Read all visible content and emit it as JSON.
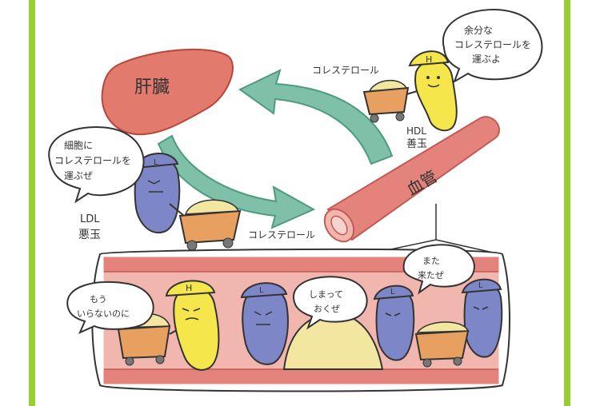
{
  "colors": {
    "border": "#9ACD32",
    "liver": "#E27A6E",
    "liver_stroke": "#B8463C",
    "vessel": "#E4837C",
    "vessel_dark": "#C45A54",
    "vessel_light": "#F1B7AE",
    "arrow": "#4F9A82",
    "arrow_light": "#7FC0A8",
    "ldl_body": "#7D86C7",
    "hdl_body": "#F5E64B",
    "cart": "#E8A061",
    "cholesterol": "#F2E6A0",
    "line": "#333333"
  },
  "labels": {
    "liver": "肝臓",
    "vessel": "血管",
    "cholesterol_top": "コレステロール",
    "cholesterol_bottom": "コレステロール",
    "hdl_label_1": "HDL",
    "hdl_label_2": "善玉",
    "ldl_label_1": "LDL",
    "ldl_label_2": "悪玉"
  },
  "bubbles": {
    "hdl_top_line1": "余分な",
    "hdl_top_line2": "コレステロールを",
    "hdl_top_line3": "運ぶよ",
    "ldl_left_line1": "細胞に",
    "ldl_left_line2": "コレステロールを",
    "ldl_left_line3": "運ぶぜ",
    "hdl_bottom_line1": "もう",
    "hdl_bottom_line2": "いらないのに",
    "ldl_middle_line1": "しまって",
    "ldl_middle_line2": "おくぜ",
    "ldl_right_line1": "また",
    "ldl_right_line2": "来たぜ"
  },
  "icons": {
    "hdl_cap_letter": "H",
    "ldl_cap_letter": "L"
  }
}
